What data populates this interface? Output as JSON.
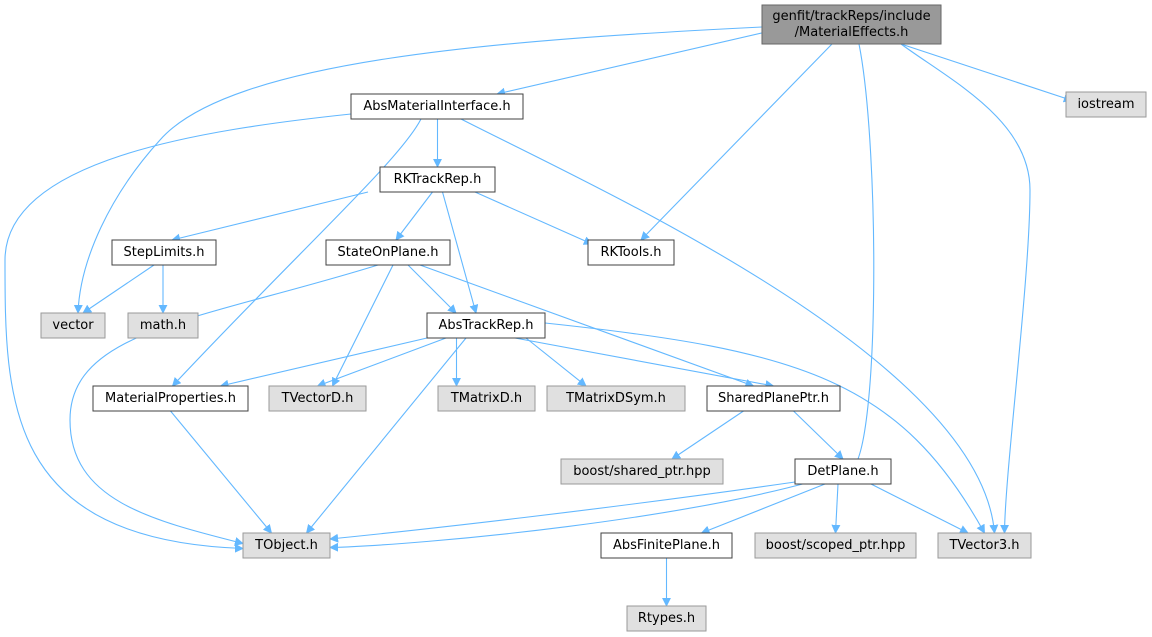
{
  "colors": {
    "edge": "#63b8ff",
    "root_fill": "#999999",
    "root_stroke": "#666666",
    "local_fill": "#ffffff",
    "local_stroke": "#404040",
    "system_fill": "#e0e0e0",
    "system_stroke": "#999999"
  },
  "nodes": [
    {
      "id": "me",
      "kind": "root",
      "lines": [
        "genfit/trackReps/include",
        "/MaterialEffects.h"
      ]
    },
    {
      "id": "ami",
      "kind": "local",
      "lines": [
        "AbsMaterialInterface.h"
      ]
    },
    {
      "id": "ios",
      "kind": "system",
      "lines": [
        "iostream"
      ]
    },
    {
      "id": "rkr",
      "kind": "local",
      "lines": [
        "RKTrackRep.h"
      ]
    },
    {
      "id": "sl",
      "kind": "local",
      "lines": [
        "StepLimits.h"
      ]
    },
    {
      "id": "sop",
      "kind": "local",
      "lines": [
        "StateOnPlane.h"
      ]
    },
    {
      "id": "rkt",
      "kind": "local",
      "lines": [
        "RKTools.h"
      ]
    },
    {
      "id": "vec",
      "kind": "system",
      "lines": [
        "vector"
      ]
    },
    {
      "id": "math",
      "kind": "system",
      "lines": [
        "math.h"
      ]
    },
    {
      "id": "atr",
      "kind": "local",
      "lines": [
        "AbsTrackRep.h"
      ]
    },
    {
      "id": "mp",
      "kind": "local",
      "lines": [
        "MaterialProperties.h"
      ]
    },
    {
      "id": "tvd",
      "kind": "system",
      "lines": [
        "TVectorD.h"
      ]
    },
    {
      "id": "tmd",
      "kind": "system",
      "lines": [
        "TMatrixD.h"
      ]
    },
    {
      "id": "tmds",
      "kind": "system",
      "lines": [
        "TMatrixDSym.h"
      ]
    },
    {
      "id": "spp",
      "kind": "local",
      "lines": [
        "SharedPlanePtr.h"
      ]
    },
    {
      "id": "bsp",
      "kind": "system",
      "lines": [
        "boost/shared_ptr.hpp"
      ]
    },
    {
      "id": "dp",
      "kind": "local",
      "lines": [
        "DetPlane.h"
      ]
    },
    {
      "id": "tobj",
      "kind": "system",
      "lines": [
        "TObject.h"
      ]
    },
    {
      "id": "afp",
      "kind": "local",
      "lines": [
        "AbsFinitePlane.h"
      ]
    },
    {
      "id": "bscp",
      "kind": "system",
      "lines": [
        "boost/scoped_ptr.hpp"
      ]
    },
    {
      "id": "tv3",
      "kind": "system",
      "lines": [
        "TVector3.h"
      ]
    },
    {
      "id": "rt",
      "kind": "system",
      "lines": [
        "Rtypes.h"
      ]
    }
  ],
  "edges": [
    {
      "from": "me",
      "to": "ami"
    },
    {
      "from": "me",
      "to": "vec"
    },
    {
      "from": "me",
      "to": "ios"
    },
    {
      "from": "me",
      "to": "rkt"
    },
    {
      "from": "me",
      "to": "tobj"
    },
    {
      "from": "me",
      "to": "tv3"
    },
    {
      "from": "ami",
      "to": "rkr"
    },
    {
      "from": "ami",
      "to": "mp"
    },
    {
      "from": "ami",
      "to": "tobj"
    },
    {
      "from": "ami",
      "to": "tv3"
    },
    {
      "from": "rkr",
      "to": "sl"
    },
    {
      "from": "rkr",
      "to": "sop"
    },
    {
      "from": "rkr",
      "to": "rkt"
    },
    {
      "from": "rkr",
      "to": "atr"
    },
    {
      "from": "sl",
      "to": "vec"
    },
    {
      "from": "sl",
      "to": "math"
    },
    {
      "from": "sop",
      "to": "atr"
    },
    {
      "from": "sop",
      "to": "tvd"
    },
    {
      "from": "sop",
      "to": "spp"
    },
    {
      "from": "sop",
      "to": "tobj"
    },
    {
      "from": "atr",
      "to": "mp"
    },
    {
      "from": "atr",
      "to": "tvd"
    },
    {
      "from": "atr",
      "to": "tmd"
    },
    {
      "from": "atr",
      "to": "tmds"
    },
    {
      "from": "atr",
      "to": "spp"
    },
    {
      "from": "atr",
      "to": "tobj"
    },
    {
      "from": "atr",
      "to": "tv3"
    },
    {
      "from": "mp",
      "to": "tobj"
    },
    {
      "from": "spp",
      "to": "bsp"
    },
    {
      "from": "spp",
      "to": "dp"
    },
    {
      "from": "dp",
      "to": "afp"
    },
    {
      "from": "dp",
      "to": "bscp"
    },
    {
      "from": "dp",
      "to": "tv3"
    },
    {
      "from": "dp",
      "to": "tobj"
    },
    {
      "from": "afp",
      "to": "rt"
    }
  ]
}
